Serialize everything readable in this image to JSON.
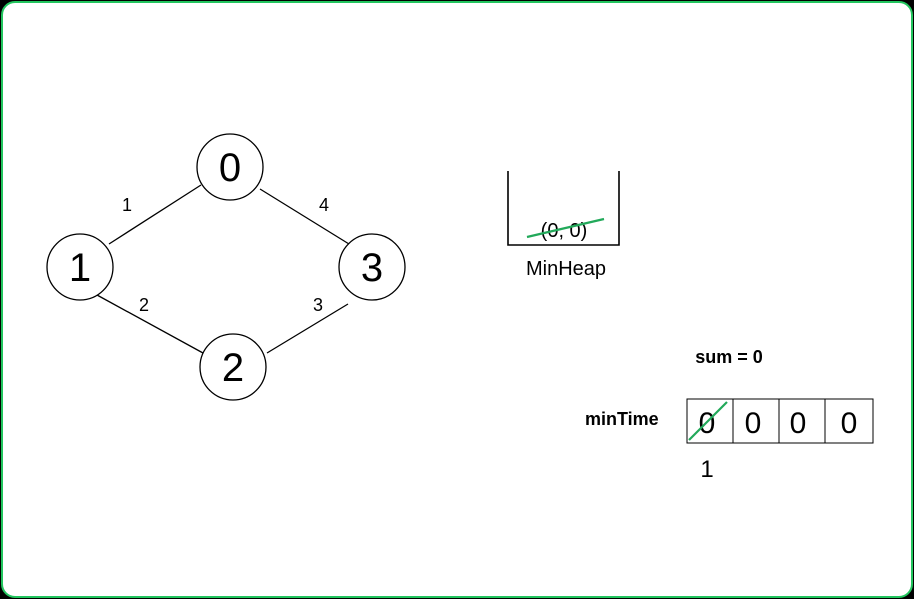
{
  "graph": {
    "nodes": [
      {
        "id": "node-0",
        "label": "0"
      },
      {
        "id": "node-1",
        "label": "1"
      },
      {
        "id": "node-2",
        "label": "2"
      },
      {
        "id": "node-3",
        "label": "3"
      }
    ],
    "edges": [
      {
        "id": "edge-0-1",
        "from": "0",
        "to": "1",
        "weight": "1"
      },
      {
        "id": "edge-0-3",
        "from": "0",
        "to": "3",
        "weight": "4"
      },
      {
        "id": "edge-1-2",
        "from": "1",
        "to": "2",
        "weight": "2"
      },
      {
        "id": "edge-2-3",
        "from": "2",
        "to": "3",
        "weight": "3"
      }
    ]
  },
  "heap": {
    "entry": "(0, 0)",
    "caption": "MinHeap"
  },
  "sum_label": "sum = 0",
  "min_time": {
    "label": "minTime",
    "cells": [
      "0",
      "0",
      "0",
      "0"
    ],
    "updated_value": "1"
  },
  "colors": {
    "frame_border": "#22c55e",
    "strike": "#22a95a"
  }
}
